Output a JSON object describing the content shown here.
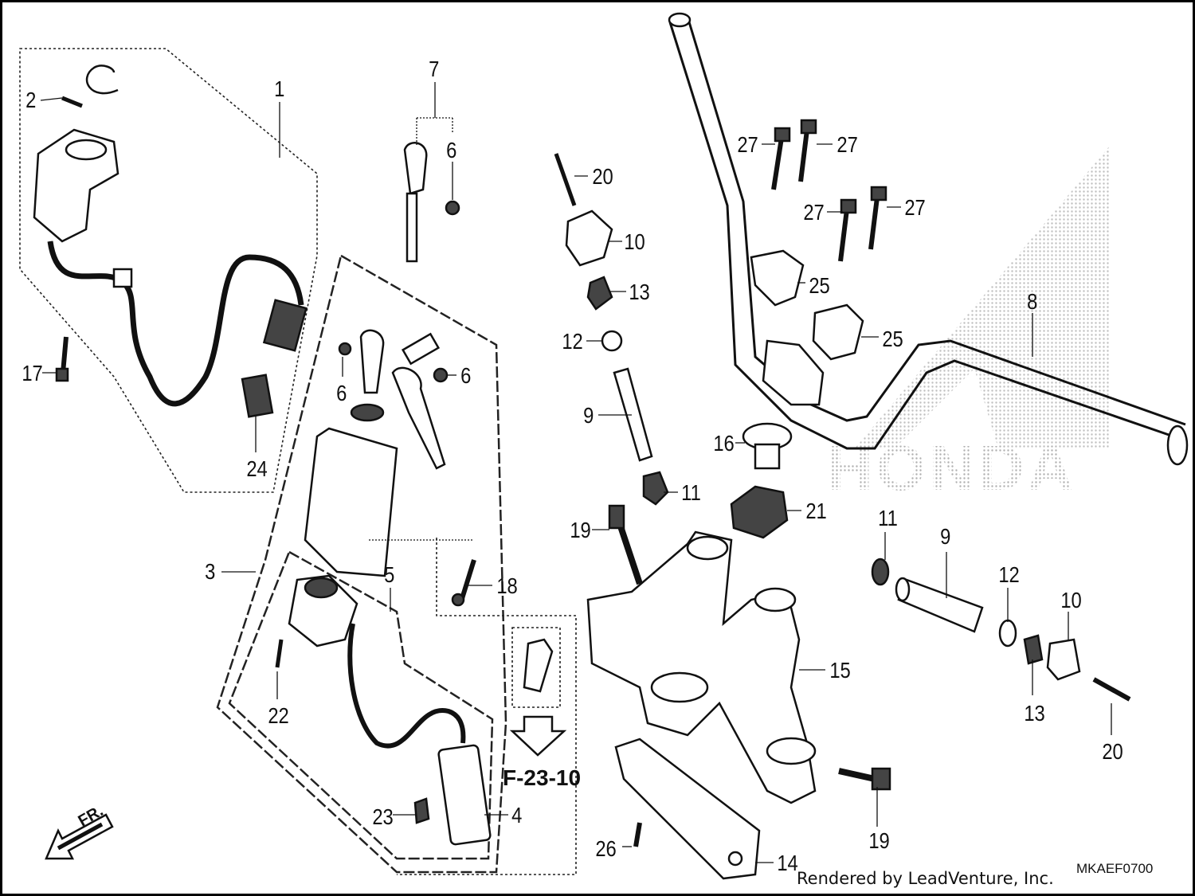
{
  "callouts": [
    "1",
    "2",
    "3",
    "4",
    "5",
    "6",
    "6",
    "6",
    "7",
    "8",
    "9",
    "9",
    "10",
    "10",
    "11",
    "11",
    "12",
    "12",
    "13",
    "13",
    "14",
    "15",
    "16",
    "17",
    "18",
    "19",
    "19",
    "20",
    "20",
    "21",
    "22",
    "23",
    "24",
    "25",
    "25",
    "26",
    "27",
    "27",
    "27",
    "27"
  ],
  "reference_label": "F-23-10",
  "front_indicator": "FR.",
  "brand_watermark": "HONDA",
  "diagram_code": "MKAEF0700",
  "credit": "Rendered by LeadVenture, Inc."
}
